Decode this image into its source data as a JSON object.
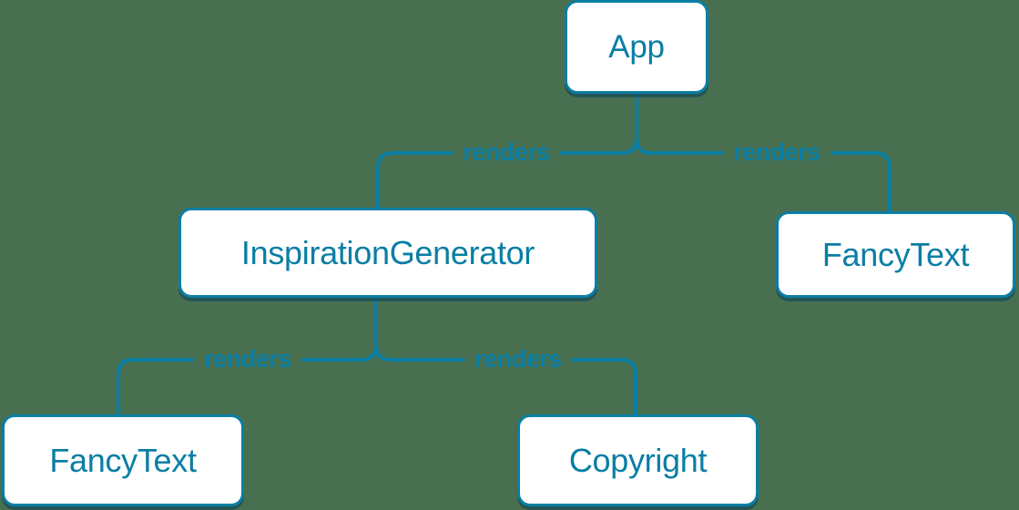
{
  "colors": {
    "background": "#487050",
    "accent_blue": "#0a7ea4",
    "node_fill": "#ffffff",
    "node_shadow": "rgba(8,64,90,0.55)"
  },
  "diagram": {
    "type": "component-render-tree",
    "nodes": [
      {
        "id": "app",
        "label": "App"
      },
      {
        "id": "inspiration-generator",
        "label": "InspirationGenerator"
      },
      {
        "id": "fancy-text-top",
        "label": "FancyText"
      },
      {
        "id": "fancy-text-bottom",
        "label": "FancyText"
      },
      {
        "id": "copyright",
        "label": "Copyright"
      }
    ],
    "edges": [
      {
        "from": "App",
        "to": "InspirationGenerator",
        "label": "renders"
      },
      {
        "from": "App",
        "to": "FancyText",
        "label": "renders"
      },
      {
        "from": "InspirationGenerator",
        "to": "FancyText",
        "label": "renders"
      },
      {
        "from": "InspirationGenerator",
        "to": "Copyright",
        "label": "renders"
      }
    ]
  }
}
